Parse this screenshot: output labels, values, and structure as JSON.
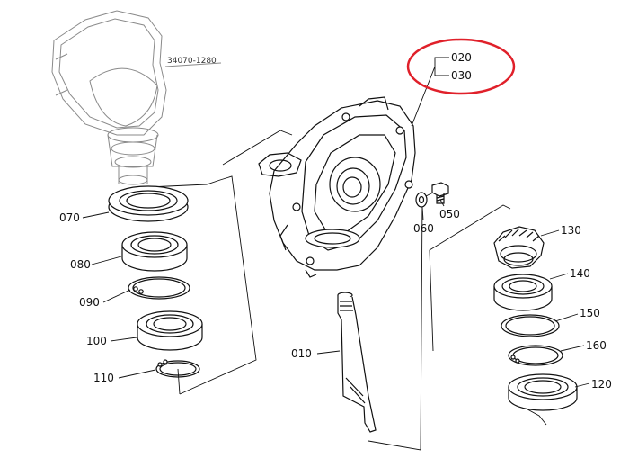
{
  "reference_assembly": "34070-1280",
  "highlight": {
    "color": "#e0202a",
    "labels": [
      "020",
      "030"
    ]
  },
  "parts": {
    "p010": "010",
    "p050": "050",
    "p060": "060",
    "p070": "070",
    "p080": "080",
    "p090": "090",
    "p100": "100",
    "p110": "110",
    "p120": "120",
    "p130": "130",
    "p140": "140",
    "p150": "150",
    "p160": "160"
  }
}
